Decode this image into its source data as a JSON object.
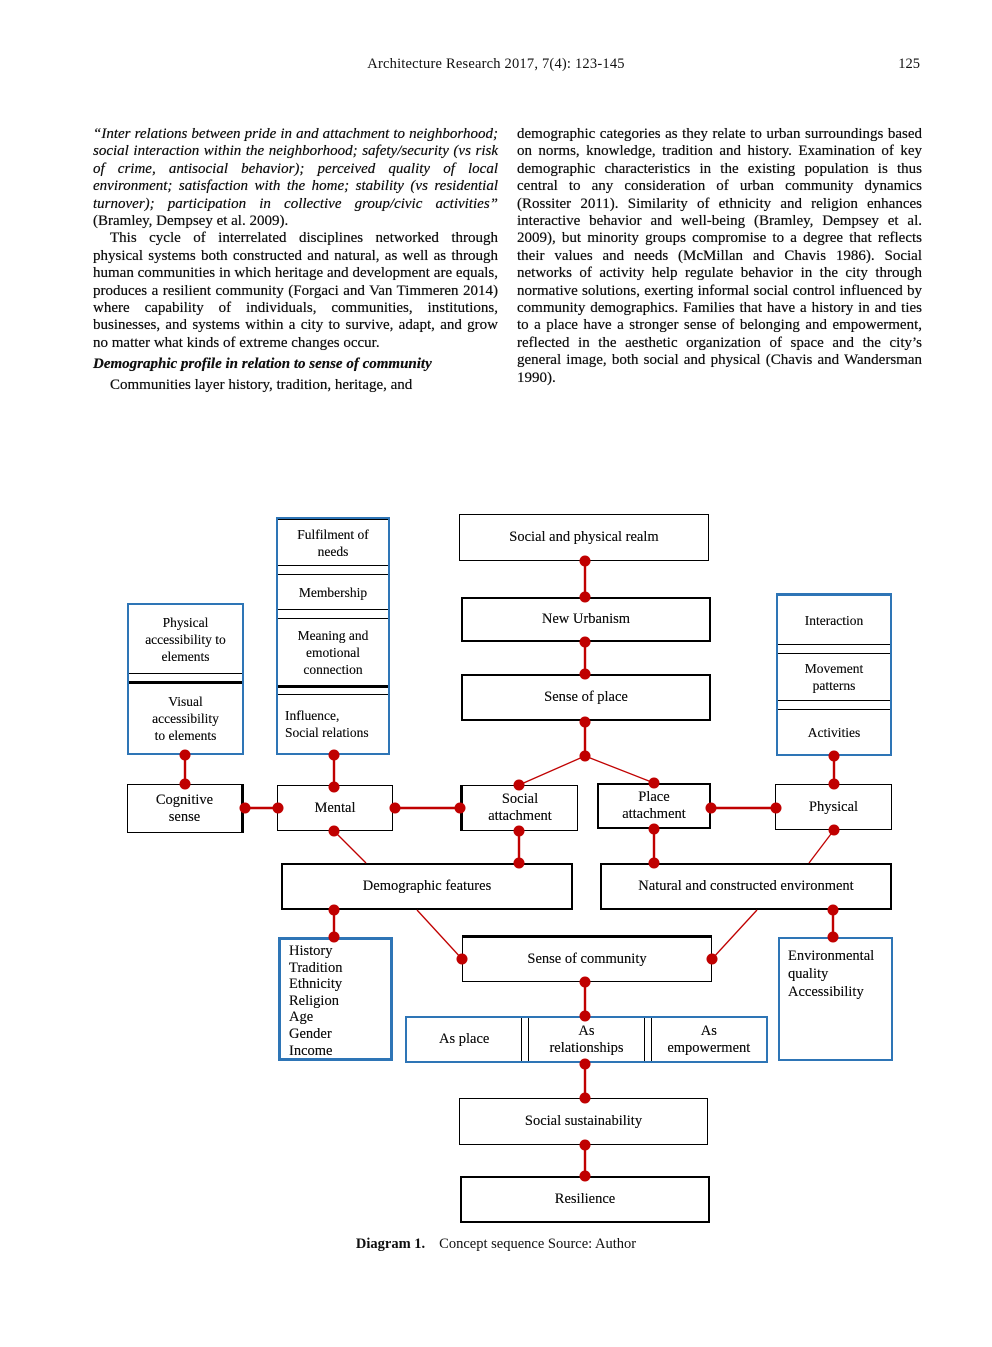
{
  "header": {
    "journal_line": "Architecture Research 2017, 7(4): 123-145",
    "page_number": "125"
  },
  "article": {
    "left": {
      "quote": "“Inter relations between pride in and attachment to neighborhood; social interaction within the neighborhood; safety/security (vs risk of crime, antisocial behavior); perceived quality of local environment; satisfaction with the home; stability (vs residential turnover); participation in collective group/civic activities”",
      "citation": " (Bramley, Dempsey et al. 2009).",
      "para2": "This cycle of interrelated disciplines networked through physical systems both constructed and natural, as well as through human communities in which heritage and development are equals, produces a resilient community (Forgaci and Van Timmeren 2014) where capability of individuals, communities, institutions, businesses, and systems within a city to survive, adapt, and grow no matter what kinds of extreme changes occur.",
      "section_heading": "Demographic profile in relation to sense of community",
      "para3": "Communities layer history, tradition, heritage, and"
    },
    "right": {
      "para1": "demographic categories as they relate to urban surroundings based on norms, knowledge, tradition and history. Examination of key demographic characteristics in the existing population is thus central to any consideration of urban community dynamics (Rossiter 2011). Similarity of ethnicity and religion enhances interactive behavior and well-being (Bramley, Dempsey et al. 2009), but minority groups compromise to a degree that reflects their values and needs (McMillan and Chavis 1986). Social networks of activity help regulate behavior in the city through normative solutions, exerting informal social control influenced by community demographics. Families that have a history in and ties to a place have a stronger sense of belonging and empowerment, reflected in the aesthetic organization of space and the city’s general image, both social and physical (Chavis and Wandersman 1990)."
    }
  },
  "diagram": {
    "nodes": {
      "realm": "Social and physical realm",
      "new_urbanism": "New Urbanism",
      "sense_of_place": "Sense of place",
      "needs_stack": [
        "Fulfilment of\nneeds",
        "Membership",
        "Meaning and\nemotional\nconnection",
        "Influence,\nSocial relations"
      ],
      "access_stack": [
        "Physical\naccessibility to\nelements",
        "Visual\naccessibility\nto elements"
      ],
      "behavior_stack": [
        "Interaction",
        "Movement\npatterns",
        "Activities"
      ],
      "cognitive_sense": "Cognitive\nsense",
      "mental": "Mental",
      "social_attachment": "Social\nattachment",
      "place_attachment": "Place\nattachment",
      "physical": "Physical",
      "demographic_features": "Demographic features",
      "natural_environment": "Natural and constructed environment",
      "demographic_list": [
        "History",
        "Tradition",
        "Ethnicity",
        "Religion",
        "Age",
        "Gender",
        "Income"
      ],
      "environment_list": [
        "Environmental",
        "quality",
        "Accessibility"
      ],
      "sense_of_community": "Sense of community",
      "community_aspects": [
        "As place",
        "As\nrelationships",
        "As\nempowerment"
      ],
      "social_sustainability": "Social sustainability",
      "resilience": "Resilience"
    },
    "caption": {
      "label": "Diagram 1.",
      "text": "Concept sequence Source: Author"
    },
    "colors": {
      "connector_red": "#c00000",
      "box_blue": "#2e75b6"
    }
  }
}
